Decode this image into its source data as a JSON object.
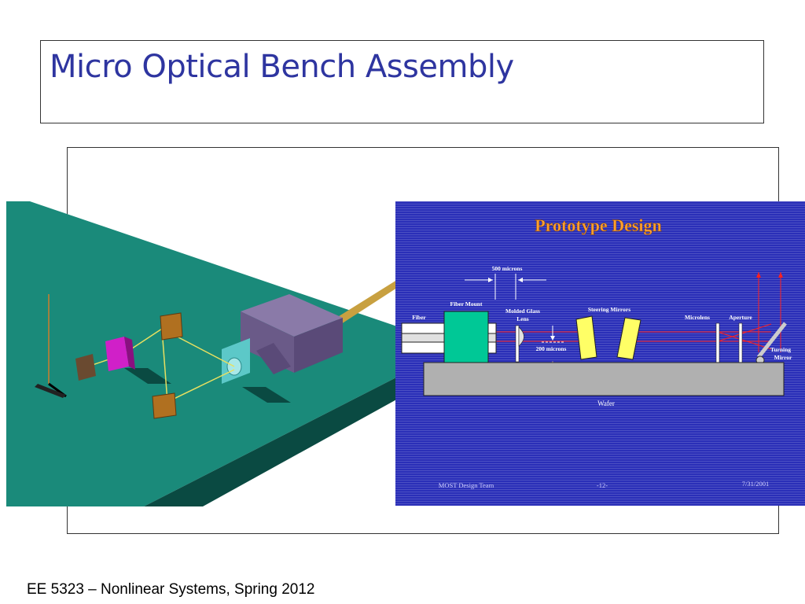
{
  "slide": {
    "title": "Micro Optical Bench Assembly",
    "footer": "EE 5323 – Nonlinear Systems, Spring 2012"
  },
  "prototype": {
    "title": "Prototype Design",
    "labels": {
      "dim_500": "500 microns",
      "fiber_mount": "Fiber Mount",
      "fiber": "Fiber",
      "molded_glass": "Molded Glass",
      "lens": "Lens",
      "steering_mirrors": "Steering Mirrors",
      "microlens": "Microlens",
      "aperture": "Aperture",
      "dim_200": "200 microns",
      "turning": "Turning",
      "mirror": "Mirror",
      "wafer": "Wafer"
    },
    "footer": {
      "team": "MOST Design Team",
      "page": "-12-",
      "date": "7/31/2001"
    }
  },
  "colors": {
    "title_blue": "#2e35a0",
    "bench_teal": "#1a8a7a",
    "panel_blue": "#2a2fb8",
    "prototype_title": "#ffa030",
    "fiber_mount": "#00c896",
    "steering_mirror": "#ffff66",
    "beam_red": "#ff2020",
    "wafer_gray": "#b0b0b0"
  }
}
